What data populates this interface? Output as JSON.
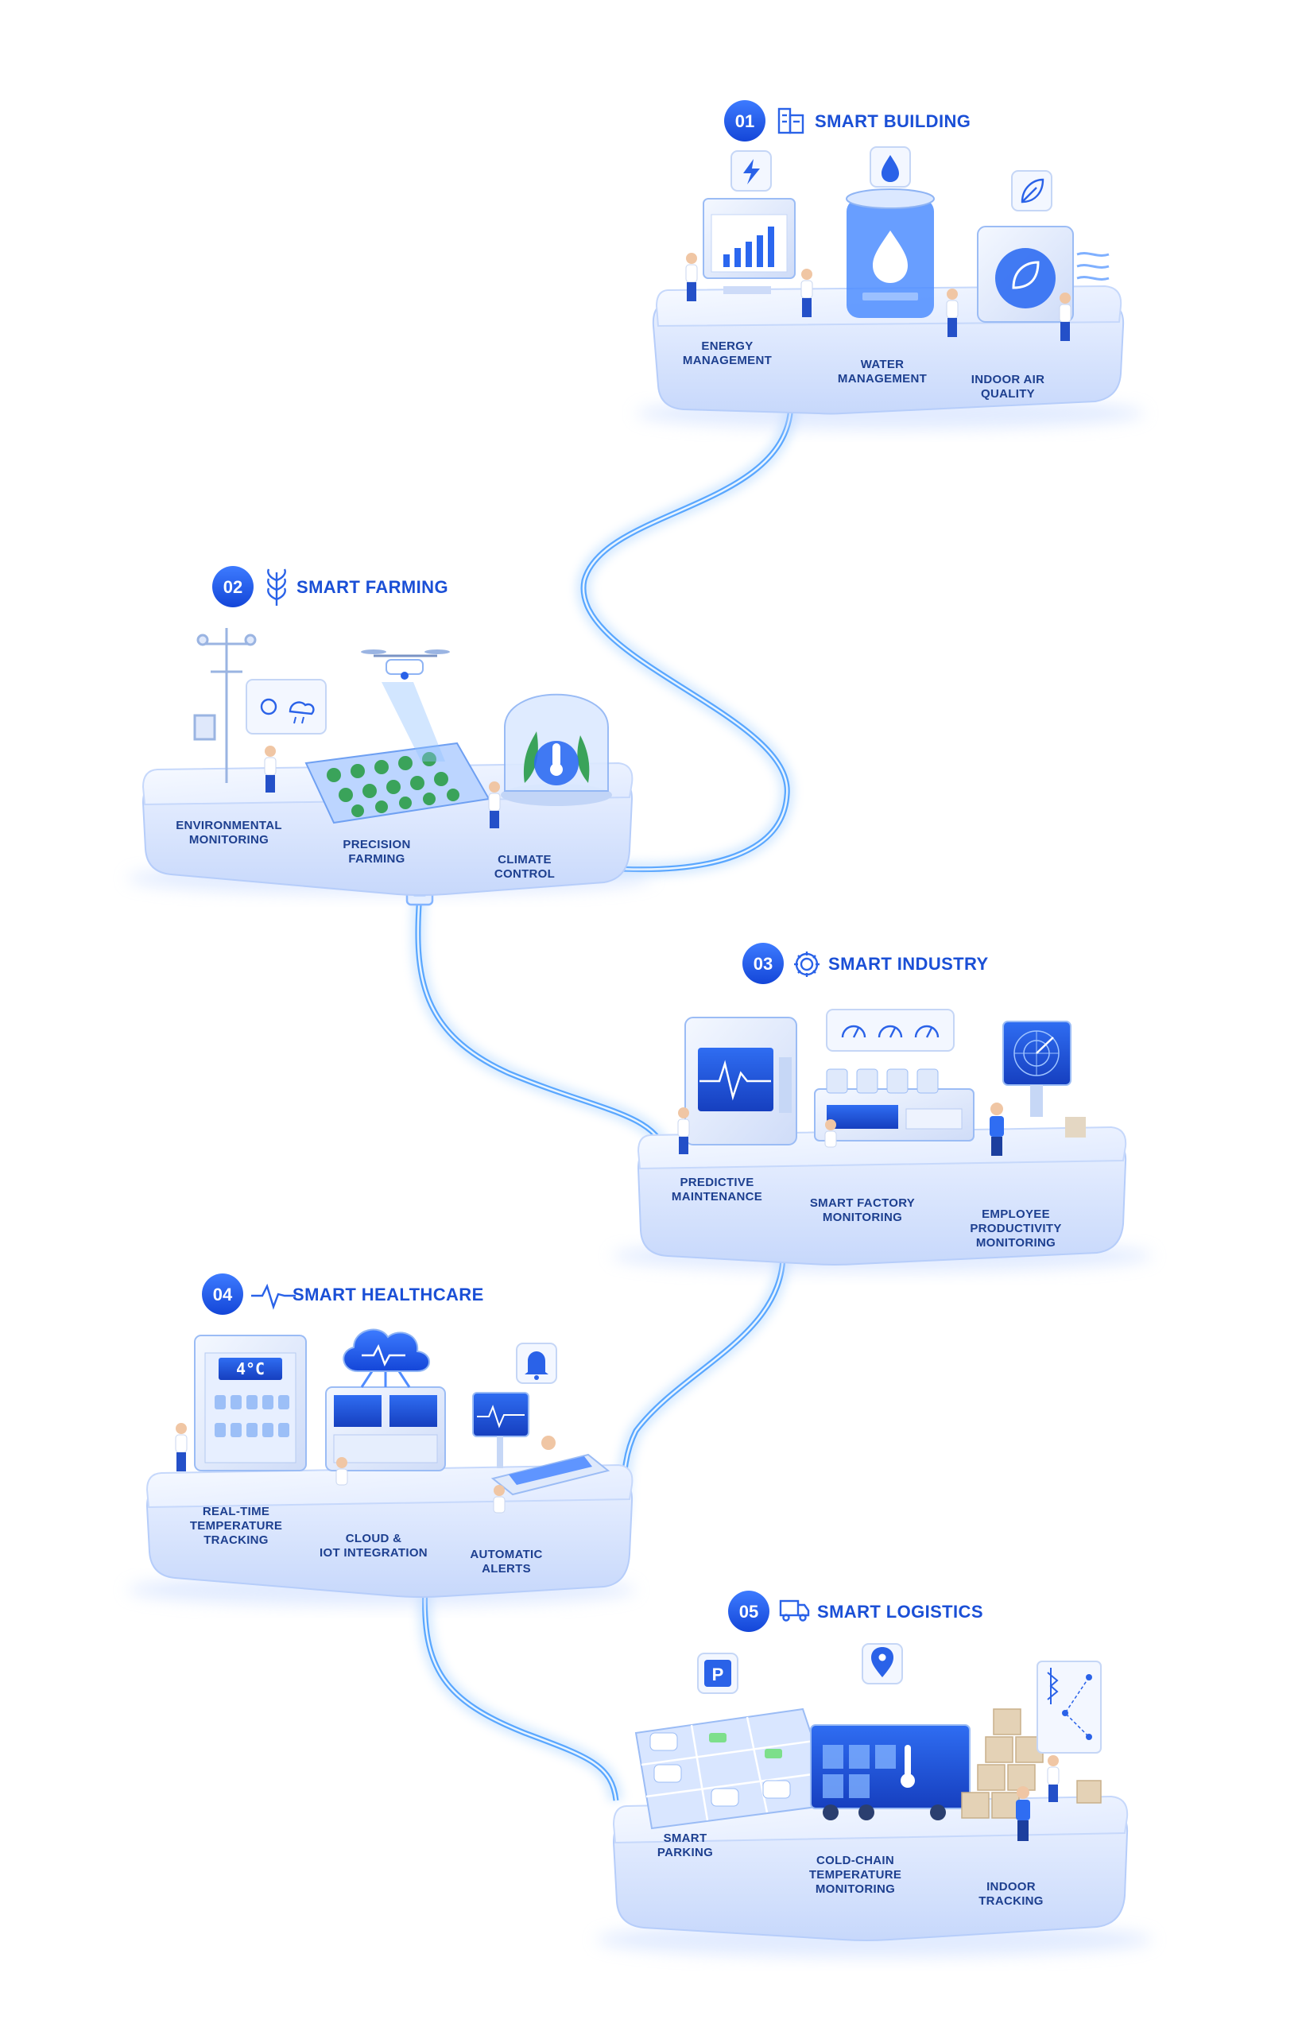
{
  "sections": [
    {
      "number": "01",
      "title": "SMART BUILDING",
      "icon": "building-icon",
      "features": [
        {
          "lines": [
            "ENERGY",
            "MANAGEMENT"
          ],
          "icon": "lightning-icon"
        },
        {
          "lines": [
            "WATER",
            "MANAGEMENT"
          ],
          "icon": "water-drop-icon"
        },
        {
          "lines": [
            "INDOOR AIR",
            "QUALITY"
          ],
          "icon": "leaf-icon"
        }
      ]
    },
    {
      "number": "02",
      "title": "SMART FARMING",
      "icon": "wheat-icon",
      "features": [
        {
          "lines": [
            "ENVIRONMENTAL",
            "MONITORING"
          ],
          "icon": "weather-icon"
        },
        {
          "lines": [
            "PRECISION",
            "FARMING"
          ],
          "icon": "drone-icon"
        },
        {
          "lines": [
            "CLIMATE",
            "CONTROL"
          ],
          "icon": "thermometer-icon"
        }
      ]
    },
    {
      "number": "03",
      "title": "SMART INDUSTRY",
      "icon": "gear-icon",
      "features": [
        {
          "lines": [
            "PREDICTIVE",
            "MAINTENANCE"
          ],
          "icon": "waveform-icon"
        },
        {
          "lines": [
            "SMART FACTORY",
            "MONITORING"
          ],
          "icon": "gauge-icon"
        },
        {
          "lines": [
            "EMPLOYEE",
            "PRODUCTIVITY",
            "MONITORING"
          ],
          "icon": "radar-icon"
        }
      ]
    },
    {
      "number": "04",
      "title": "SMART HEALTHCARE",
      "icon": "heartbeat-icon",
      "features": [
        {
          "lines": [
            "REAL-TIME",
            "TEMPERATURE",
            "TRACKING"
          ],
          "icon": "fridge-icon",
          "display": "4°C"
        },
        {
          "lines": [
            "CLOUD &",
            "IOT INTEGRATION"
          ],
          "icon": "cloud-icon"
        },
        {
          "lines": [
            "AUTOMATIC",
            "ALERTS"
          ],
          "icon": "bell-icon"
        }
      ]
    },
    {
      "number": "05",
      "title": "SMART LOGISTICS",
      "icon": "truck-icon",
      "features": [
        {
          "lines": [
            "SMART",
            "PARKING"
          ],
          "icon": "parking-icon"
        },
        {
          "lines": [
            "COLD-CHAIN",
            "TEMPERATURE",
            "MONITORING"
          ],
          "icon": "location-pin-icon"
        },
        {
          "lines": [
            "INDOOR",
            "TRACKING"
          ],
          "icon": "bluetooth-icon"
        }
      ]
    }
  ],
  "colors": {
    "accent": "#1a5cf0",
    "title": "#1a4fd6",
    "label": "#1d3f8f",
    "cable": "#6fb4ff",
    "platform": "#eaf1ff"
  }
}
